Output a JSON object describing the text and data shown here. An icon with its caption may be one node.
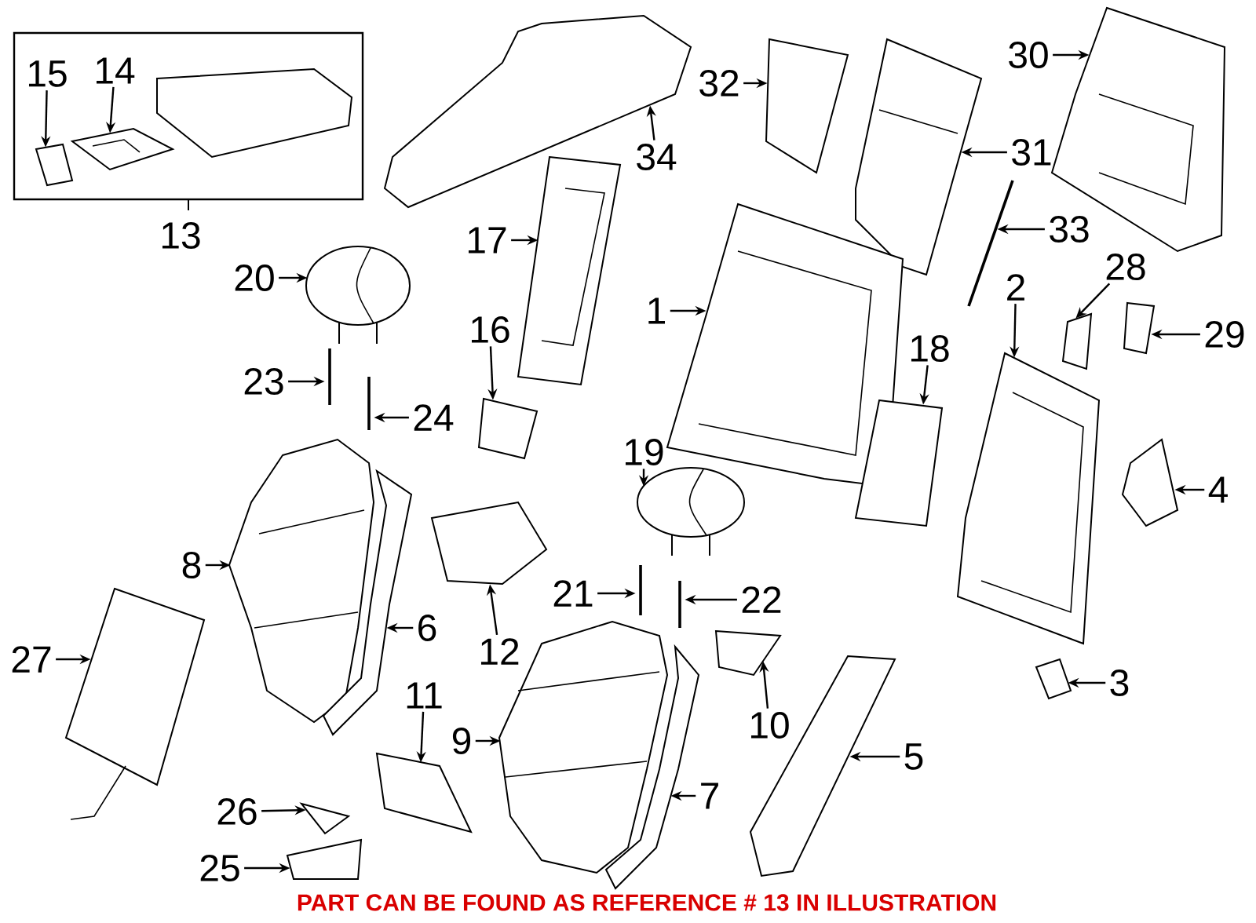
{
  "diagram": {
    "nodes": [
      {
        "text": [
          "13"
        ]
      },
      {
        "text": [
          "15"
        ],
        "in": 0
      },
      {
        "text": [
          "14"
        ],
        "in": 0
      },
      {
        "text": [
          "34"
        ]
      },
      {
        "text": [
          "32"
        ]
      },
      {
        "text": [
          "31"
        ]
      },
      {
        "text": [
          "30"
        ]
      },
      {
        "text": [
          "33"
        ]
      },
      {
        "text": [
          "17"
        ]
      },
      {
        "text": [
          "1"
        ]
      },
      {
        "text": [
          "28"
        ]
      },
      {
        "text": [
          "29"
        ]
      },
      {
        "text": [
          "20"
        ]
      },
      {
        "text": [
          "16"
        ]
      },
      {
        "text": [
          "2"
        ]
      },
      {
        "text": [
          "18"
        ]
      },
      {
        "text": [
          "23"
        ]
      },
      {
        "text": [
          "24"
        ]
      },
      {
        "text": [
          "19"
        ]
      },
      {
        "text": [
          "4"
        ]
      },
      {
        "text": [
          "8"
        ]
      },
      {
        "text": [
          "21"
        ]
      },
      {
        "text": [
          "22"
        ]
      },
      {
        "text": [
          "6"
        ]
      },
      {
        "text": [
          "12"
        ]
      },
      {
        "text": [
          "27"
        ]
      },
      {
        "text": [
          "3"
        ]
      },
      {
        "text": [
          "11"
        ]
      },
      {
        "text": [
          "10"
        ]
      },
      {
        "text": [
          "9"
        ]
      },
      {
        "text": [
          "5"
        ]
      },
      {
        "text": [
          "7"
        ]
      },
      {
        "text": [
          "26"
        ]
      },
      {
        "text": [
          "25"
        ]
      },
      {
        "text": [],
        "shape": "picture",
        "in": 0
      },
      {
        "text": [],
        "shape": "picture",
        "in": 0
      },
      {
        "text": [],
        "shape": "picture"
      },
      {
        "text": [],
        "shape": "picture"
      },
      {
        "text": [],
        "shape": "picture"
      },
      {
        "text": [],
        "shape": "picture"
      },
      {
        "text": [],
        "shape": "picture"
      },
      {
        "text": [],
        "shape": "picture"
      },
      {
        "text": [],
        "shape": "picture"
      },
      {
        "text": [],
        "shape": "picture"
      },
      {
        "text": [],
        "shape": "picture"
      },
      {
        "text": [],
        "shape": "picture"
      },
      {
        "text": [],
        "shape": "picture"
      },
      {
        "text": [],
        "shape": "picture"
      },
      {
        "text": [],
        "shape": "picture"
      },
      {
        "text": [],
        "shape": "picture"
      },
      {
        "text": [],
        "shape": "picture"
      },
      {
        "text": [],
        "shape": "picture"
      },
      {
        "text": [],
        "shape": "picture"
      },
      {
        "text": [],
        "shape": "picture"
      },
      {
        "text": [],
        "shape": "picture"
      },
      {
        "text": [],
        "shape": "picture"
      },
      {
        "text": [],
        "shape": "picture"
      },
      {
        "text": [],
        "shape": "picture"
      },
      {
        "text": [],
        "shape": "picture"
      },
      {
        "text": [],
        "shape": "picture"
      },
      {
        "text": [],
        "shape": "picture"
      },
      {
        "text": [],
        "shape": "picture"
      },
      {
        "text": [],
        "shape": "picture"
      },
      {
        "text": [],
        "shape": "picture"
      },
      {
        "text": [],
        "shape": "picture"
      },
      {
        "text": [],
        "shape": "picture"
      },
      {
        "text": [],
        "shape": "picture"
      }
    ],
    "edges": [
      {
        "from": 1,
        "to": 34,
        "arrow": "to"
      },
      {
        "from": 2,
        "to": 35,
        "arrow": "to"
      },
      {
        "from": 3,
        "to": 36,
        "arrow": "to"
      },
      {
        "from": 4,
        "to": 37,
        "arrow": "to"
      },
      {
        "from": 5,
        "to": 38,
        "arrow": "to"
      },
      {
        "from": 6,
        "to": 39,
        "arrow": "to"
      },
      {
        "from": 7,
        "to": 40,
        "arrow": "to"
      },
      {
        "from": 8,
        "to": 41,
        "arrow": "to"
      },
      {
        "from": 9,
        "to": 42,
        "arrow": "to"
      },
      {
        "from": 10,
        "to": 43,
        "arrow": "to"
      },
      {
        "from": 11,
        "to": 44,
        "arrow": "to"
      },
      {
        "from": 12,
        "to": 45,
        "arrow": "to"
      },
      {
        "from": 13,
        "to": 46,
        "arrow": "to"
      },
      {
        "from": 14,
        "to": 47,
        "arrow": "to"
      },
      {
        "from": 15,
        "to": 48,
        "arrow": "to"
      },
      {
        "from": 16,
        "to": 49,
        "arrow": "to"
      },
      {
        "from": 17,
        "to": 50,
        "arrow": "to"
      },
      {
        "from": 18,
        "to": 51,
        "arrow": "to"
      },
      {
        "from": 19,
        "to": 52,
        "arrow": "to"
      },
      {
        "from": 20,
        "to": 53,
        "arrow": "to"
      },
      {
        "from": 21,
        "to": 54,
        "arrow": "to"
      },
      {
        "from": 22,
        "to": 55,
        "arrow": "to"
      },
      {
        "from": 23,
        "to": 56,
        "arrow": "to"
      },
      {
        "from": 24,
        "to": 57,
        "arrow": "to"
      },
      {
        "from": 25,
        "to": 58,
        "arrow": "to"
      },
      {
        "from": 26,
        "to": 59,
        "arrow": "to"
      },
      {
        "from": 27,
        "to": 60,
        "arrow": "to"
      },
      {
        "from": 28,
        "to": 61,
        "arrow": "to"
      },
      {
        "from": 29,
        "to": 62,
        "arrow": "to"
      },
      {
        "from": 30,
        "to": 63,
        "arrow": "to"
      },
      {
        "from": 31,
        "to": 64,
        "arrow": "to"
      },
      {
        "from": 32,
        "to": 65,
        "arrow": "to"
      },
      {
        "from": 33,
        "to": 66,
        "arrow": "to"
      }
    ],
    "labels": [
      "PART CAN BE FOUND AS REFERENCE # 13 IN ILLUSTRATION"
    ]
  }
}
